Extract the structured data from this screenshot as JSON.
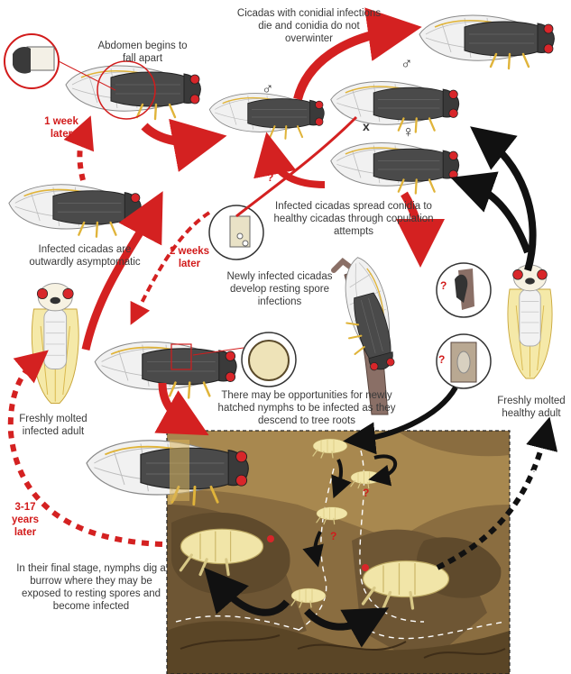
{
  "labels": {
    "conidia_die": "Cicadas with conidial infections die and conidia do not overwinter",
    "abdomen": "Abdomen begins to fall apart",
    "one_week": "1 week later",
    "asymptomatic": "Infected cicadas are outwardly asymptomatic",
    "two_weeks": "2 weeks later",
    "spread": "Infected cicadas spread conidia to healthy cicadas through copulation attempts",
    "resting_spore": "Newly infected cicadas develop resting spore infections",
    "opportunities": "There may be opportunities for newly hatched nymphs to be infected as they descend to tree roots",
    "molted_infected": "Freshly molted infected adult",
    "molted_healthy": "Freshly molted healthy adult",
    "years_left": "3-17 years later",
    "years_right": "3-17 years later",
    "final_stage": "In their final stage, nymphs dig a burrow where they may be exposed to resting spores and become infected"
  },
  "symbols": {
    "male": "♂",
    "female": "♀",
    "cross": "x",
    "question": "?"
  },
  "colors": {
    "red_arrow": "#d42121",
    "black_arrow": "#111111",
    "soil_dark": "#6e5634",
    "soil_mid": "#8a6d40",
    "soil_light": "#a8884f",
    "nymph": "#f1e5a8",
    "cicada_body": "#4a4a4a",
    "cicada_eye": "#d8262a",
    "wing_vein": "#e0b43a"
  },
  "icons": [
    "cicada-icon",
    "nymph-icon",
    "magnifier-circle-icon",
    "tree-branch-icon"
  ]
}
